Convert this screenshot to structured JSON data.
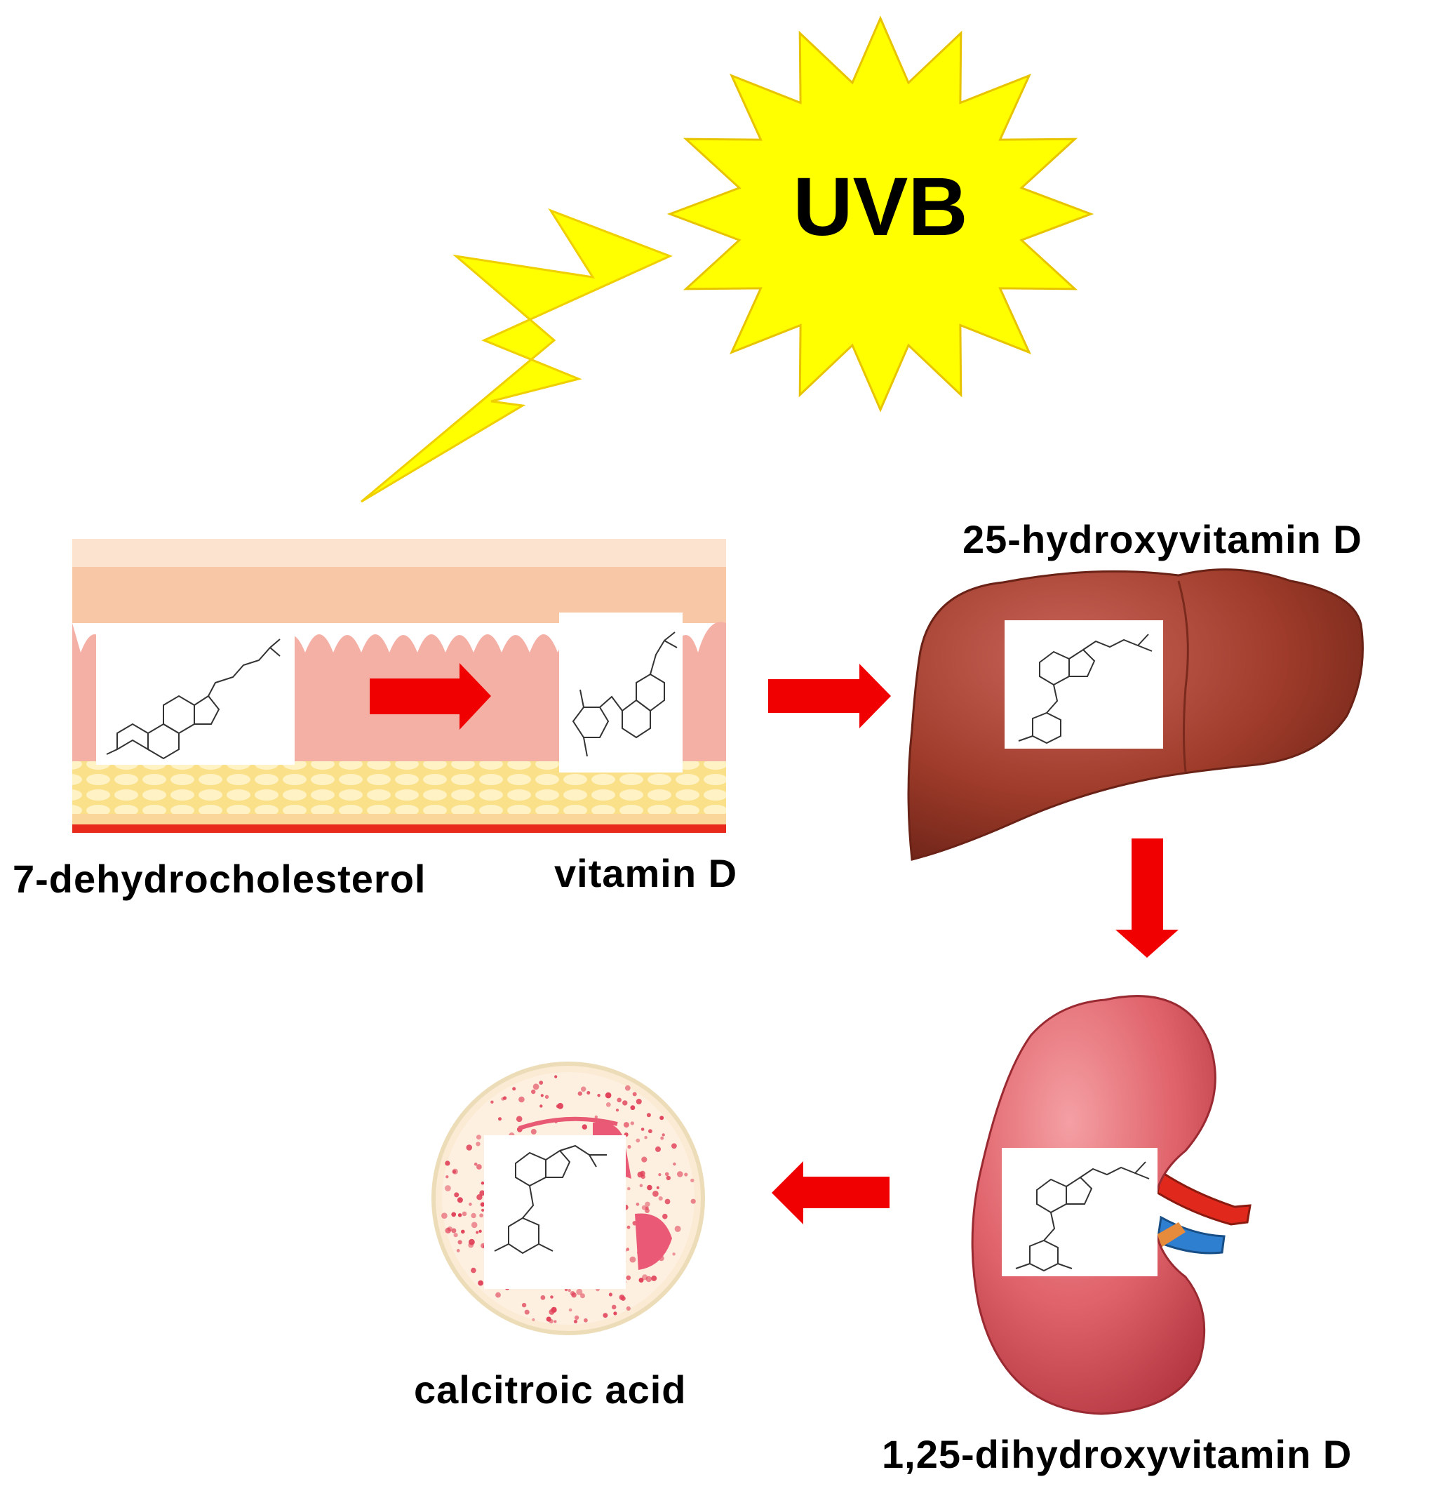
{
  "uvb_label": "UVB",
  "labels": {
    "dehydro": "7-dehydrocholesterol",
    "vitd": "vitamin  D",
    "hydroxy25": "25-hydroxyvitamin  D",
    "dihydroxy": "1,25-dihydroxyvitamin  D",
    "calcitroic": "calcitroic acid"
  },
  "colors": {
    "sun": "#ffff00",
    "arrow": "#f00000",
    "liver": "#9e3b2a",
    "kidney": "#d9545c",
    "skin_pink": "#f6b4a8",
    "fat": "#fdeaa3"
  }
}
